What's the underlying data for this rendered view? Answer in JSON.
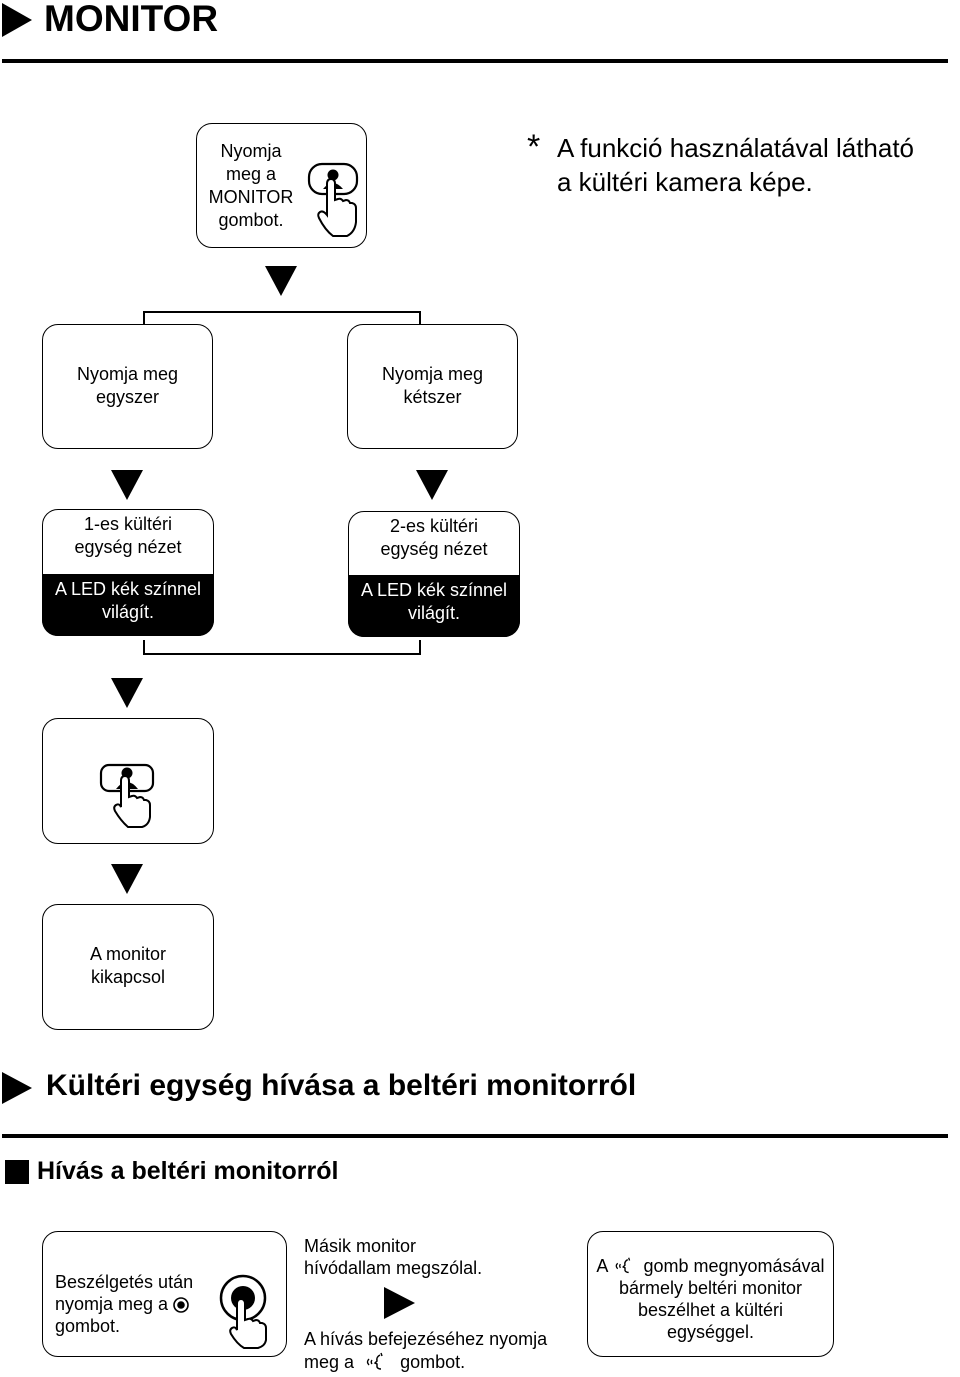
{
  "monitor_section": {
    "title": "MONITOR",
    "step_press_monitor": [
      "Nyomja",
      "meg a",
      "MONITOR",
      "gombot."
    ],
    "note_asterisk": "*",
    "note_lines": [
      "A funkció használatával látható",
      "a kültéri kamera képe."
    ],
    "press_once": [
      "Nyomja meg",
      "egyszer"
    ],
    "press_twice": [
      "Nyomja meg",
      "kétszer"
    ],
    "view1": [
      "1-es kültéri",
      "egység nézet"
    ],
    "view1_led": [
      "A LED kék színnel",
      "világít."
    ],
    "view2": [
      "2-es kültéri",
      "egység nézet"
    ],
    "view2_led": [
      "A LED kék színnel",
      "világít."
    ],
    "monitor_off": [
      "A monitor",
      "kikapcsol"
    ]
  },
  "call_section": {
    "title": "Kültéri egység hívása a beltéri monitorról",
    "subtitle": "Hívás a beltéri monitorról",
    "box1": [
      "Beszélgetés után",
      "nyomja meg a",
      "gombot."
    ],
    "middle_top": [
      "Másik monitor",
      "hívódallam megszólal."
    ],
    "middle_bottom": [
      "A hívás befejezéséhez nyomja",
      "meg a",
      "gombot."
    ],
    "box3_line1_pre": "A",
    "box3_line1_post": "gomb megnyomásával",
    "box3_rest": [
      "bármely beltéri monitor",
      "beszélhet a kültéri",
      "egységgel."
    ]
  },
  "icons": [
    "play-triangle-icon",
    "down-arrow-icon",
    "monitor-button-hand-icon",
    "call-button-hand-icon",
    "talk-icon",
    "call-button-icon",
    "square-bullet-icon"
  ]
}
